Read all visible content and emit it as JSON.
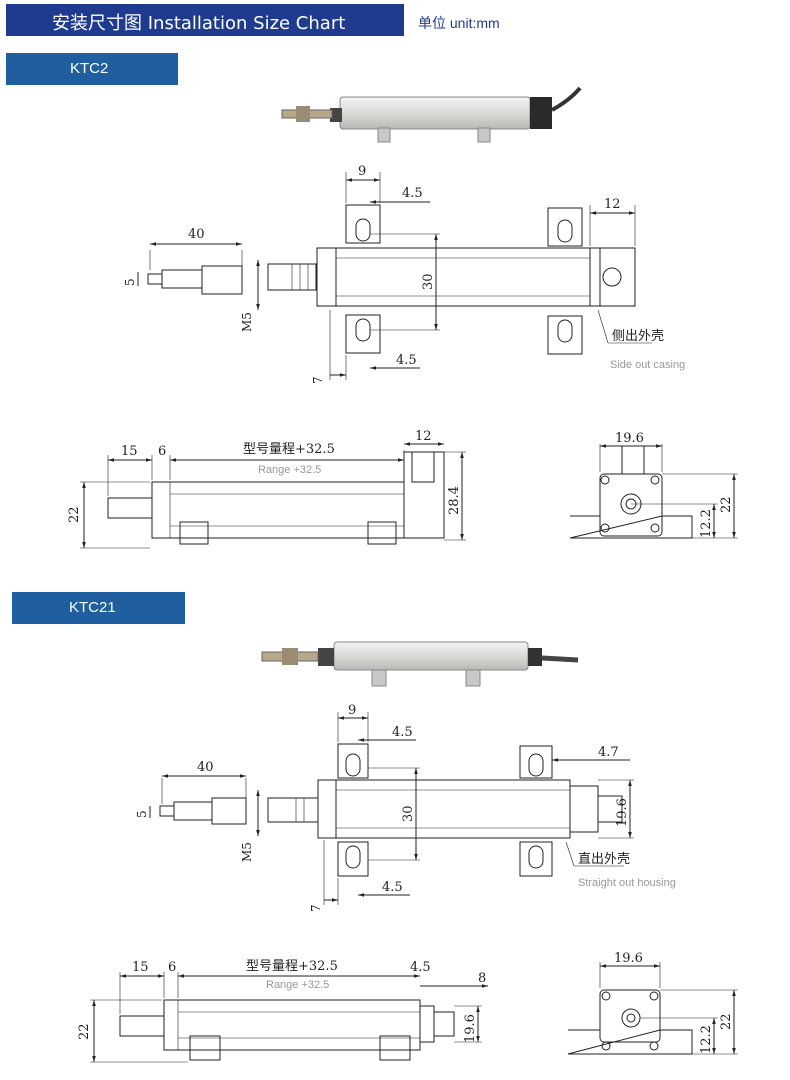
{
  "header": {
    "title": "安装尺寸图 Installation Size Chart",
    "unit": "单位 unit:mm"
  },
  "colors": {
    "header_bg": "#1f3b8f",
    "tag_bg": "#1f5f9f",
    "line": "#222222"
  },
  "ktc2": {
    "label": "KTC2",
    "top": {
      "d9": "9",
      "d4_5a": "4.5",
      "d12": "12",
      "d40": "40",
      "d5": "5",
      "m5": "M5",
      "d30": "30",
      "d4_5b": "4.5",
      "d7": "7",
      "casing_cn": "侧出外壳",
      "casing_en": "Side out casing"
    },
    "side": {
      "d15": "15",
      "d6": "6",
      "range_cn": "型号量程+32.5",
      "range_en": "Range +32.5",
      "d12": "12",
      "d22": "22",
      "d28_4": "28.4"
    },
    "end": {
      "d19_6": "19.6",
      "d12_2": "12.2",
      "d22": "22"
    }
  },
  "ktc21": {
    "label": "KTC21",
    "top": {
      "d9": "9",
      "d4_5a": "4.5",
      "d4_7": "4.7",
      "d40": "40",
      "d5": "5",
      "m5": "M5",
      "d30": "30",
      "d19_6": "19.6",
      "d4_5b": "4.5",
      "d7": "7",
      "casing_cn": "直出外壳",
      "casing_en": "Straight out housing"
    },
    "side": {
      "d15": "15",
      "d6": "6",
      "range_cn": "型号量程+32.5",
      "range_en": "Range +32.5",
      "d4_5": "4.5",
      "d8": "8",
      "d22": "22",
      "d19_6": "19.6"
    },
    "end": {
      "d19_6": "19.6",
      "d12_2": "12.2",
      "d22": "22"
    }
  }
}
